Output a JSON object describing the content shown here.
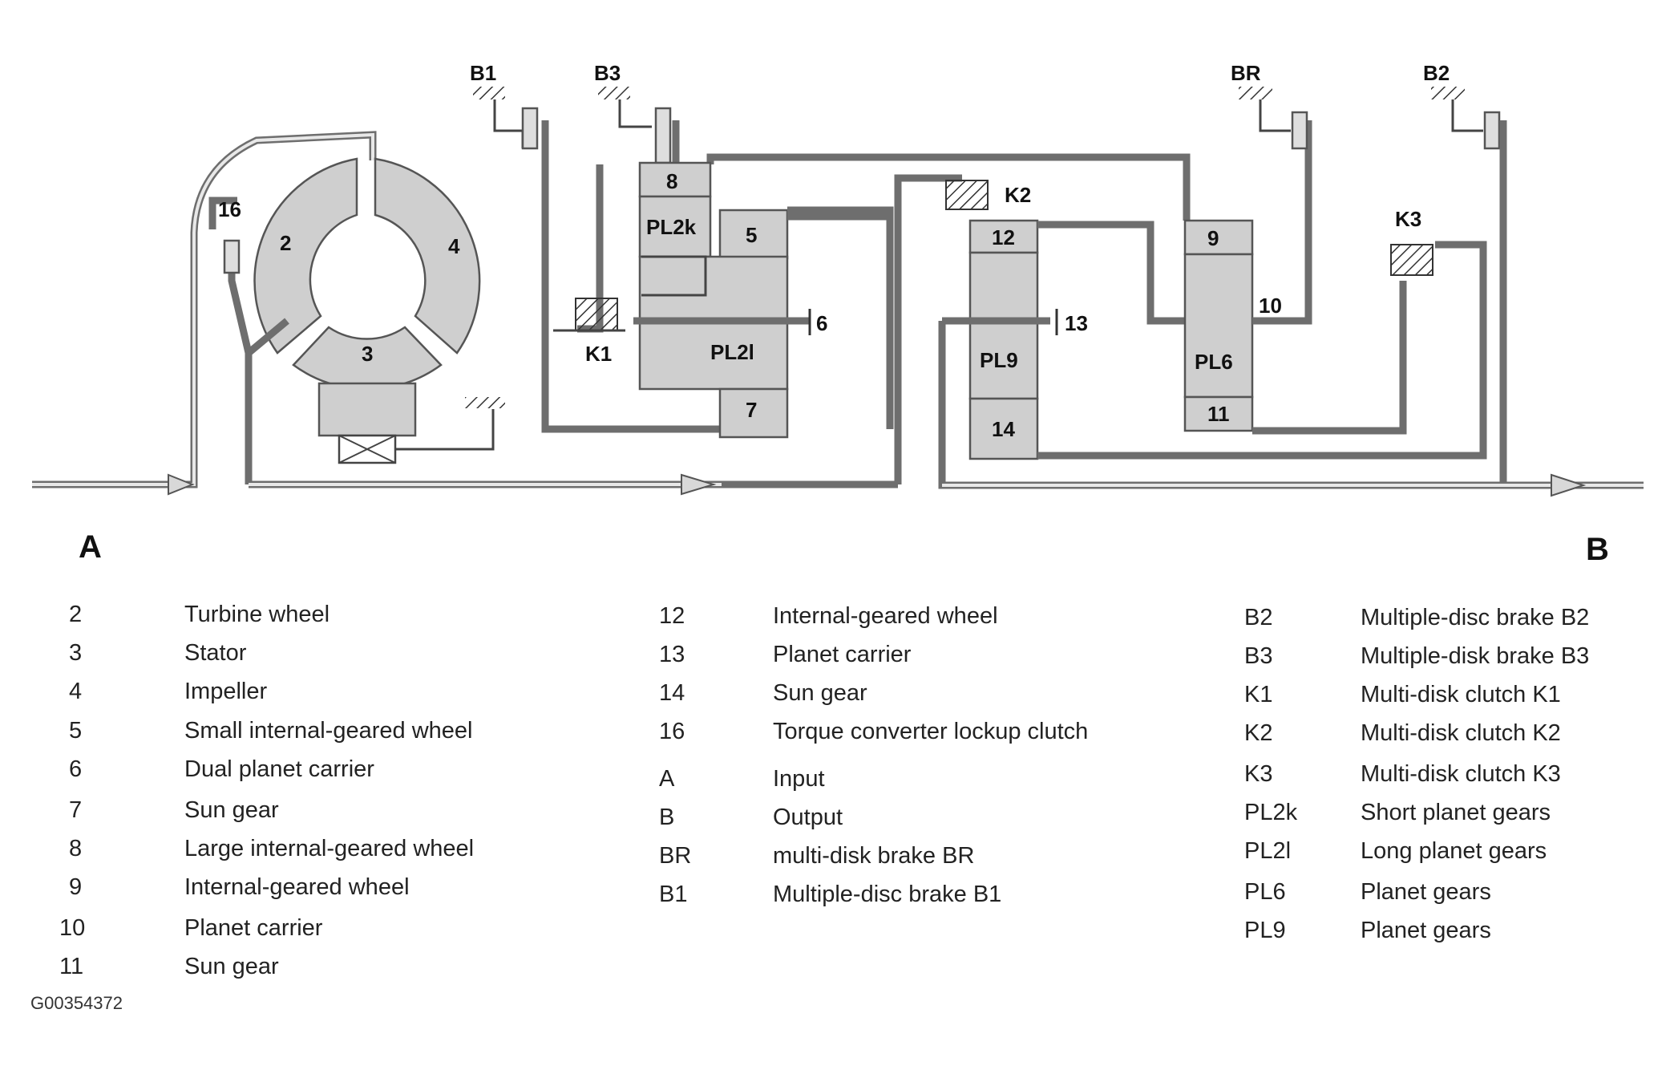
{
  "diagram": {
    "parts": {
      "p16": "16",
      "p2": "2",
      "p3": "3",
      "p4": "4",
      "p8": "8",
      "pl2k": "PL2k",
      "p5": "5",
      "p6": "6",
      "pl2l": "PL2l",
      "p7": "7",
      "k1": "K1",
      "k2": "K2",
      "k3": "K3",
      "p12": "12",
      "p13": "13",
      "pl9": "PL9",
      "p14": "14",
      "p9": "9",
      "p10": "10",
      "pl6": "PL6",
      "p11": "11",
      "b1": "B1",
      "b3": "B3",
      "br": "BR",
      "b2": "B2"
    },
    "input_label": "A",
    "output_label": "B"
  },
  "legend": {
    "col1": [
      {
        "key": "2",
        "desc": "Turbine wheel"
      },
      {
        "key": "3",
        "desc": "Stator"
      },
      {
        "key": "4",
        "desc": "Impeller"
      },
      {
        "key": "5",
        "desc": "Small internal-geared wheel"
      },
      {
        "key": "6",
        "desc": "Dual planet carrier"
      },
      {
        "key": "7",
        "desc": "Sun gear"
      },
      {
        "key": "8",
        "desc": "Large internal-geared wheel"
      },
      {
        "key": "9",
        "desc": "Internal-geared wheel"
      },
      {
        "key": "10",
        "desc": "Planet carrier"
      },
      {
        "key": "11",
        "desc": "Sun gear"
      }
    ],
    "col2": [
      {
        "key": "12",
        "desc": "Internal-geared wheel"
      },
      {
        "key": "13",
        "desc": "Planet carrier"
      },
      {
        "key": "14",
        "desc": "Sun gear"
      },
      {
        "key": "16",
        "desc": "Torque converter lockup clutch"
      },
      {
        "key": "A",
        "desc": "Input"
      },
      {
        "key": "B",
        "desc": "Output"
      },
      {
        "key": "BR",
        "desc": "multi-disk brake BR"
      },
      {
        "key": "B1",
        "desc": "Multiple-disc brake B1"
      }
    ],
    "col3": [
      {
        "key": "B2",
        "desc": "Multiple-disc brake B2"
      },
      {
        "key": "B3",
        "desc": "Multiple-disk brake B3"
      },
      {
        "key": "K1",
        "desc": "Multi-disk clutch K1"
      },
      {
        "key": "K2",
        "desc": "Multi-disk clutch K2"
      },
      {
        "key": "K3",
        "desc": "Multi-disk clutch K3"
      },
      {
        "key": "PL2k",
        "desc": "Short planet gears"
      },
      {
        "key": "PL2l",
        "desc": "Long planet gears"
      },
      {
        "key": "PL6",
        "desc": "Planet gears"
      },
      {
        "key": "PL9",
        "desc": "Planet gears"
      }
    ]
  },
  "figure_id": "G00354372"
}
